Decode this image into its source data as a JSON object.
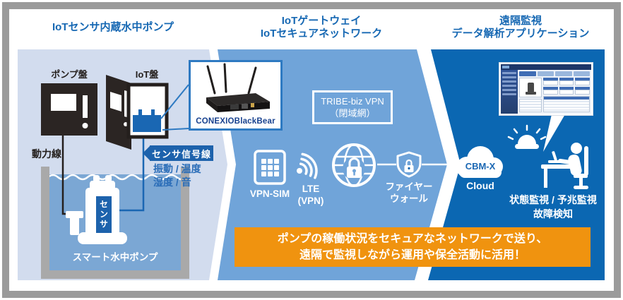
{
  "colors": {
    "header_text": "#1668b3",
    "left_panel": "#d2dcee",
    "middle_panel": "#70a4d9",
    "right_panel": "#0b67b2",
    "badge_blue": "#1d62ac",
    "banner_orange": "#f0930f",
    "water_blue": "#7ba7d4",
    "tank_wall_gray": "#a9a9a9",
    "cabinet_black": "#2b2523",
    "callout_border": "#2e7ac2"
  },
  "sections": {
    "pump": {
      "header": "IoTセンサ内蔵水中ポンプ",
      "pump_panel_label": "ポンプ盤",
      "iot_panel_label": "IoT盤",
      "power_line_label": "動力線",
      "sensor_signal_badge": "センサ信号線",
      "metrics_line1": "振動 / 温度",
      "metrics_line2": "湿度 / 音",
      "sensor_badge": "センサ",
      "pump_caption": "スマート水中ポンプ",
      "gateway_label": "CONEXIOBlackBear"
    },
    "network": {
      "header_line1": "IoTゲートウェイ",
      "header_line2": "IoTセキュアネットワーク",
      "vpn_line1": "TRIBE-biz VPN",
      "vpn_line2": "（閉域網）",
      "sim_label": "VPN-SIM",
      "lte_line1": "LTE",
      "lte_line2": "(VPN)",
      "firewall_line1": "ファイヤー",
      "firewall_line2": "ウォール"
    },
    "monitoring": {
      "header_line1": "遠隔監視",
      "header_line2": "データ解析アプリケーション",
      "cloud_name": "CBM-X",
      "cloud_word": "Cloud",
      "caption_line1": "状態監視 / 予兆監視",
      "caption_line2": "故障検知"
    }
  },
  "banner": {
    "line1": "ポンプの稼働状況をセキュアなネットワークで送り、",
    "line2": "遠隔で監視しながら運用や保全活動に活用！"
  }
}
